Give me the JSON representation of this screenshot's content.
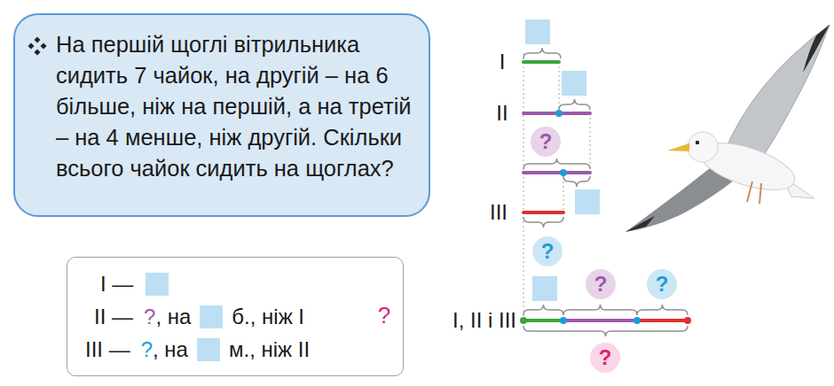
{
  "diagram": {
    "nodes": [
      {
        "text": [
          "На першій щоглі вітрильника сидить 7 чайок, на другій – на 6 більше, ніж на першій, а на третій – на 4 менше, ніж другій. Скільки всього чайок сидить на щоглах?"
        ]
      },
      {
        "text": [
          "?"
        ]
      },
      {
        "text": [
          "?"
        ]
      },
      {
        "text": [
          "I —",
          "II —",
          "?",
          ", на",
          "б., ніж I",
          "III —",
          "?",
          ", на",
          "м., ніж II"
        ]
      },
      {
        "text": [
          "?"
        ]
      },
      {
        "text": [
          "?"
        ]
      },
      {
        "text": [
          "?"
        ]
      }
    ],
    "labels": [
      "I",
      "II",
      "III",
      "I, II і III",
      "?"
    ]
  }
}
